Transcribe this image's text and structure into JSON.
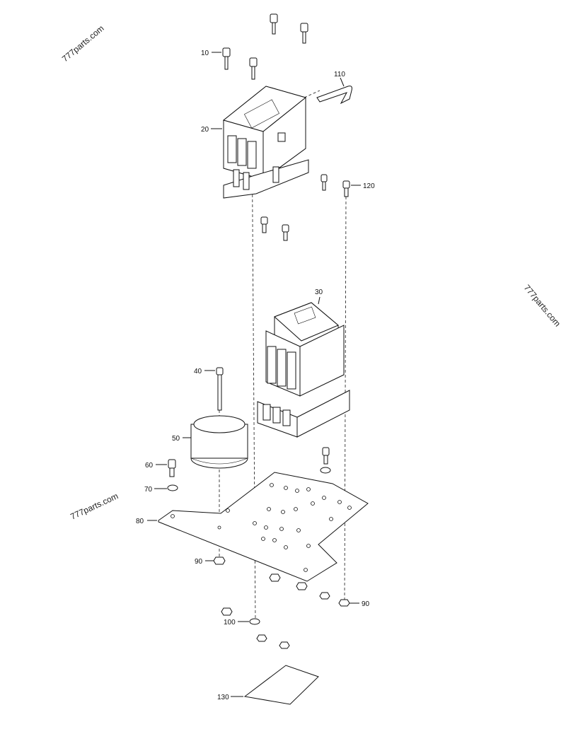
{
  "watermarks": [
    "777parts.com",
    "777parts.com",
    "777parts.com"
  ],
  "callouts": {
    "c10": "10",
    "c20": "20",
    "c30": "30",
    "c40": "40",
    "c50": "50",
    "c60": "60",
    "c70": "70",
    "c80": "80",
    "c90a": "90",
    "c90b": "90",
    "c100": "100",
    "c110": "110",
    "c120": "120",
    "c130": "130"
  }
}
